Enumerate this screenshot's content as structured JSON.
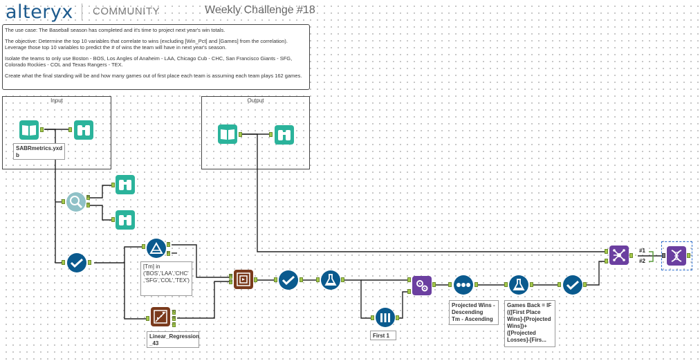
{
  "header": {
    "logo": "alteryx",
    "community": "COMMUNITY",
    "challenge_title": "Weekly Challenge #18"
  },
  "description": {
    "use_case": "The use case: The Baseball season has completed and it's time to project next year's win totals.",
    "objective": "The objective:  Determine the top 10 variables that correlate to wins (excluding [Win_Pct] and [Games] from the correlation). Leverage those top 10 variables to predict the # of wins the team will have in next year's season.",
    "isolate": "Isolate the teams to only use Boston - BOS, Los Angles of Anaheim - LAA, Chicago Cub - CHC, San Francisco Giants - SFG, Colorado Rockies - COL and Texas Rangers - TEX.",
    "create": "Create what the final standing will be and how many games out of first place each team is assuming each team plays 162 games."
  },
  "containers": {
    "input_title": "Input",
    "output_title": "Output"
  },
  "annotations": {
    "input_file": "SABRmetrics.yxd\nb",
    "filter_expr": "[Tm] in\n('BOS','LAA','CHC'\n,'SFG','COL','TEX')",
    "regression": "Linear_Regression\n_43",
    "sample": "First 1",
    "sort": "Projected Wins -\nDescending\nTm - Ascending",
    "formula": "Games Back = IF\n(([First Place\nWins]-[Projected\nWins])+\n([Projected\nLosses]-[Firs..."
  },
  "anchor_labels": {
    "union_1": "#1",
    "union_2": "#2"
  },
  "tools": [
    {
      "name": "input-data-tool",
      "icon": "book-icon",
      "color": "#2bb39b"
    },
    {
      "name": "browse-tool",
      "icon": "binoculars-icon",
      "color": "#2bb39b"
    },
    {
      "name": "output-data-tool",
      "icon": "book-icon",
      "color": "#2bb39b"
    },
    {
      "name": "association-analysis-tool",
      "icon": "magnifier-icon",
      "color": "#8fc1c7"
    },
    {
      "name": "select-tool",
      "icon": "checkmark-icon",
      "color": "#0a5a8e"
    },
    {
      "name": "filter-tool",
      "icon": "triangle-icon",
      "color": "#0a5a8e"
    },
    {
      "name": "linear-regression-tool",
      "icon": "regression-icon",
      "color": "#7a3a1c"
    },
    {
      "name": "score-tool",
      "icon": "score-icon",
      "color": "#7a3a1c"
    },
    {
      "name": "formula-tool",
      "icon": "flask-icon",
      "color": "#0a5a8e"
    },
    {
      "name": "sample-tool",
      "icon": "sample-icon",
      "color": "#0a5a8e"
    },
    {
      "name": "multi-row-tool",
      "icon": "gears-icon",
      "color": "#6b3fa0"
    },
    {
      "name": "sort-tool",
      "icon": "sort-icon",
      "color": "#0a5a8e"
    },
    {
      "name": "union-tool",
      "icon": "union-icon",
      "color": "#6b3fa0"
    },
    {
      "name": "macro-output-tool",
      "icon": "dna-icon",
      "color": "#6b3fa0"
    }
  ]
}
